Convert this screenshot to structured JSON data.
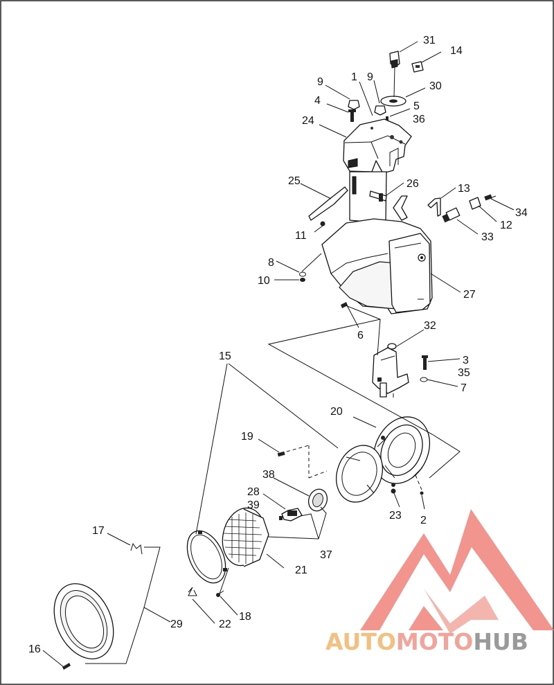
{
  "diagram": {
    "callouts": [
      "31",
      "14",
      "1",
      "9",
      "9",
      "30",
      "4",
      "5",
      "36",
      "24",
      "25",
      "26",
      "13",
      "34",
      "12",
      "11",
      "33",
      "8",
      "10",
      "27",
      "6",
      "32",
      "3",
      "35",
      "7",
      "15",
      "20",
      "19",
      "38",
      "28",
      "39",
      "23",
      "2",
      "37",
      "17",
      "21",
      "18",
      "29",
      "22",
      "16"
    ]
  },
  "watermark": {
    "part1": "AUTO",
    "part2": "MOTO",
    "part3": "HUB",
    "colors": {
      "part1": "#f2c080",
      "part2": "#f2a49a",
      "part3": "#9a9a9a",
      "logo": "#f08a82"
    }
  }
}
